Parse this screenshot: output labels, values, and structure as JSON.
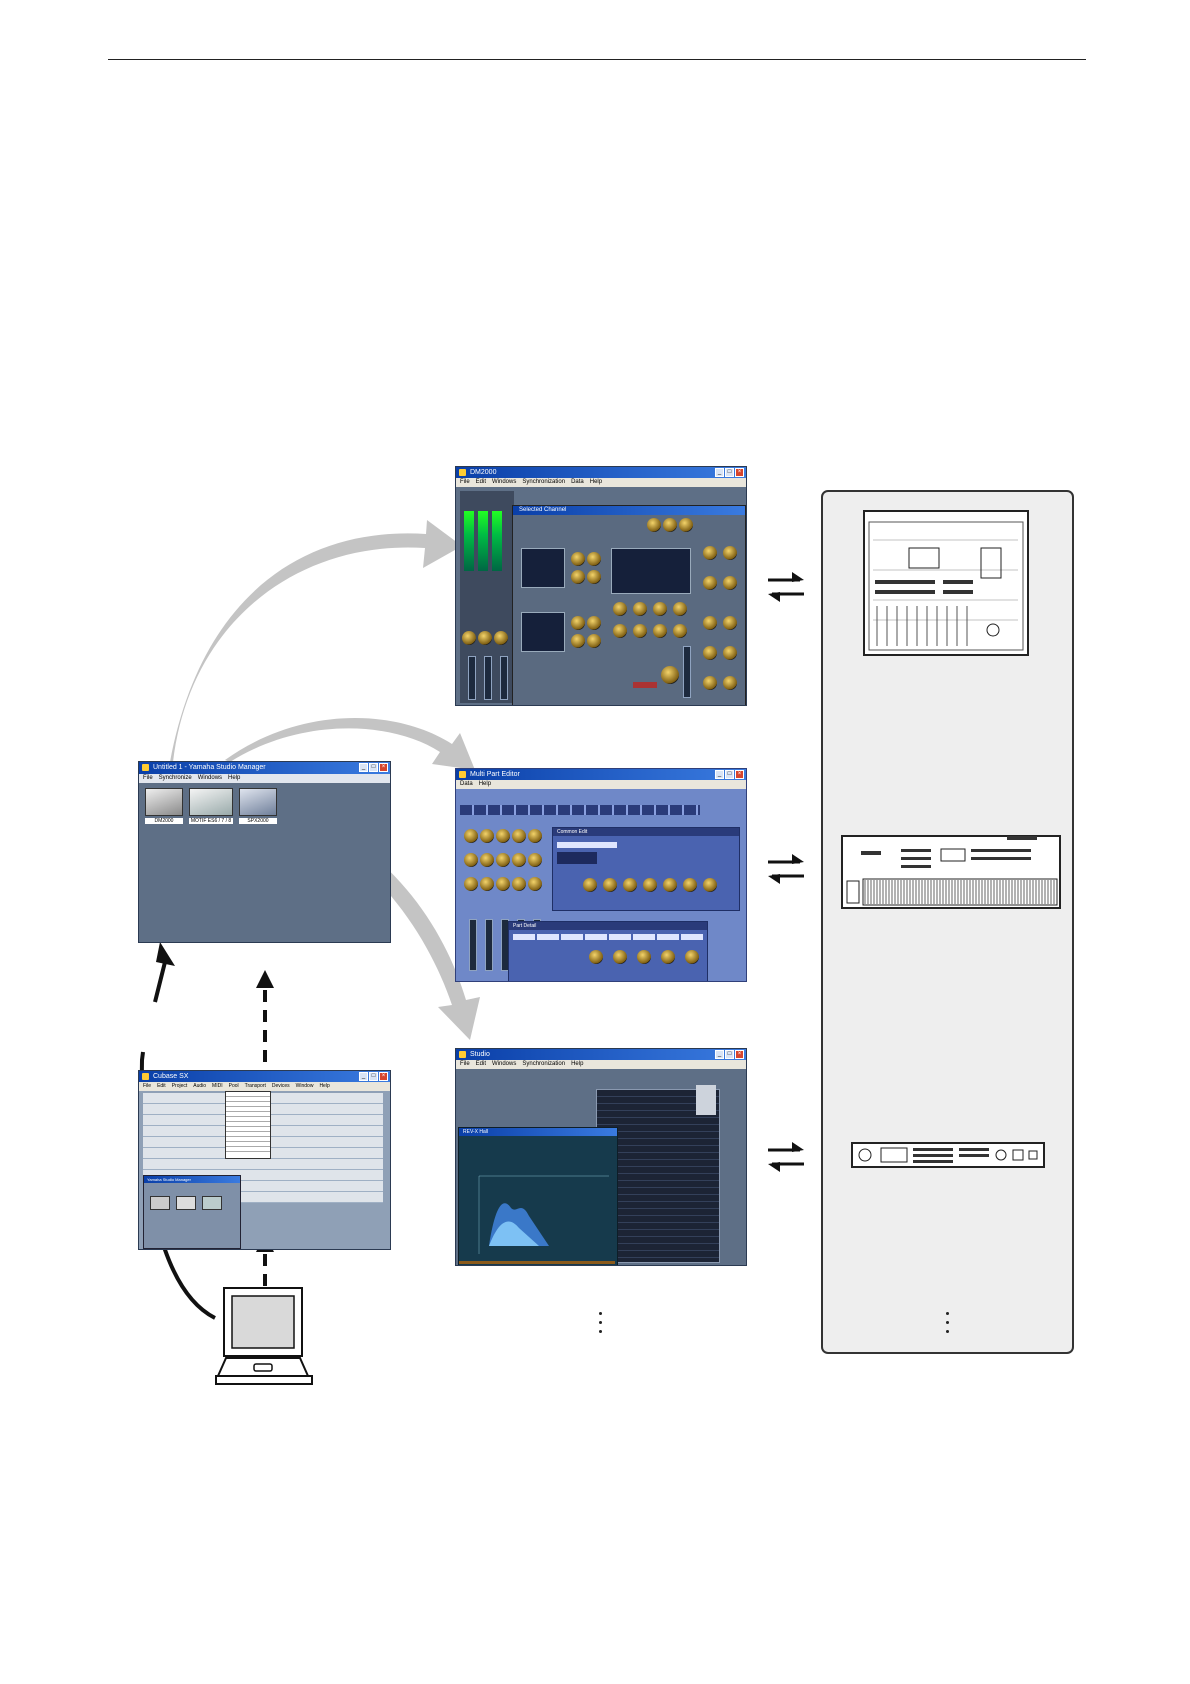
{
  "windows": {
    "dm2000": {
      "title": "DM2000",
      "menu": [
        "File",
        "Edit",
        "Windows",
        "Synchronization",
        "Data",
        "Help"
      ],
      "subwindow_title": "Selected Channel"
    },
    "motif": {
      "title": "Multi Part Editor",
      "menu": [
        "Data",
        "Help"
      ],
      "subwindow1_title": "Common Edit",
      "subwindow2_title": "Part Detail"
    },
    "spx2000": {
      "title": "Studio",
      "menu": [
        "File",
        "Edit",
        "Windows",
        "Synchronization",
        "Help"
      ],
      "subwindow_title": "REV-X Hall"
    },
    "studio_manager": {
      "title": "Untitled 1 - Yamaha Studio Manager",
      "menu": [
        "File",
        "Synchronize",
        "Windows",
        "Help"
      ],
      "icons": [
        {
          "label": "DM2000",
          "icon": "dm2000-mixer-icon"
        },
        {
          "label": "MOTIF ES6 / 7 / 8",
          "icon": "motif-synth-icon"
        },
        {
          "label": "SPX2000",
          "icon": "spx2000-effects-icon"
        }
      ]
    },
    "daw": {
      "title": "Cubase SX",
      "menu": [
        "File",
        "Edit",
        "Project",
        "Audio",
        "MIDI",
        "Pool",
        "Transport",
        "Devices",
        "Window",
        "Help"
      ],
      "subwindow_title": "Yamaha Studio Manager"
    }
  },
  "devices": [
    {
      "name": "digital-mixing-console",
      "icon": "mixing-console-icon"
    },
    {
      "name": "synthesizer-keyboard",
      "icon": "keyboard-synth-icon"
    },
    {
      "name": "rack-effects-processor",
      "icon": "rack-unit-icon"
    }
  ],
  "colors": {
    "arrow_gray": "#c4c4c4",
    "panel_bg": "#eeeeee",
    "xp_titlebar": "#0a3fa8",
    "editor_bg": "#5e6f86",
    "motif_bg": "#6f88c8"
  }
}
